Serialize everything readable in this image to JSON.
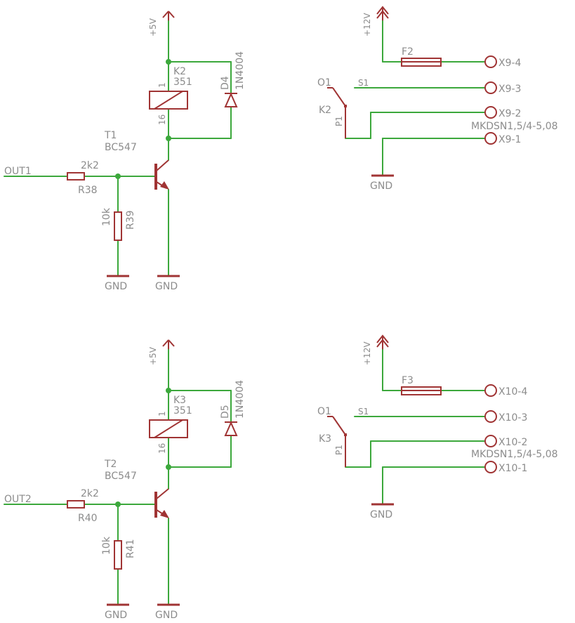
{
  "colors": {
    "wire": "#3ca83c",
    "symbol": "#a03434",
    "text": "#8c8c8c",
    "background": "#ffffff"
  },
  "upper": {
    "supply_5v": "+5V",
    "relay_name": "K2",
    "relay_value": "351",
    "relay_pin_top": "1",
    "relay_pin_bottom": "16",
    "diode_name": "D4",
    "diode_value": "1N4004",
    "transistor_name": "T1",
    "transistor_value": "BC547",
    "input_label": "OUT1",
    "r_series_value": "2k2",
    "r_series_name": "R38",
    "r_shunt_value": "10k",
    "r_shunt_name": "R39",
    "gnd_left": "GND",
    "gnd_right": "GND",
    "supply_12v": "+12V",
    "fuse_name": "F2",
    "contact_o": "O1",
    "contact_s": "S1",
    "contact_p": "P1",
    "switch_relay": "K2",
    "terminals": [
      "X9-4",
      "X9-3",
      "X9-2",
      "X9-1"
    ],
    "connector_value": "MKDSN1,5/4-5,08",
    "gnd_contact": "GND"
  },
  "lower": {
    "supply_5v": "+5V",
    "relay_name": "K3",
    "relay_value": "351",
    "relay_pin_top": "1",
    "relay_pin_bottom": "16",
    "diode_name": "D5",
    "diode_value": "1N4004",
    "transistor_name": "T2",
    "transistor_value": "BC547",
    "input_label": "OUT2",
    "r_series_value": "2k2",
    "r_series_name": "R40",
    "r_shunt_value": "10k",
    "r_shunt_name": "R41",
    "gnd_left": "GND",
    "gnd_right": "GND",
    "supply_12v": "+12V",
    "fuse_name": "F3",
    "contact_o": "O1",
    "contact_s": "S1",
    "contact_p": "P1",
    "switch_relay": "K3",
    "terminals": [
      "X10-4",
      "X10-3",
      "X10-2",
      "X10-1"
    ],
    "connector_value": "MKDSN1,5/4-5,08",
    "gnd_contact": "GND"
  }
}
